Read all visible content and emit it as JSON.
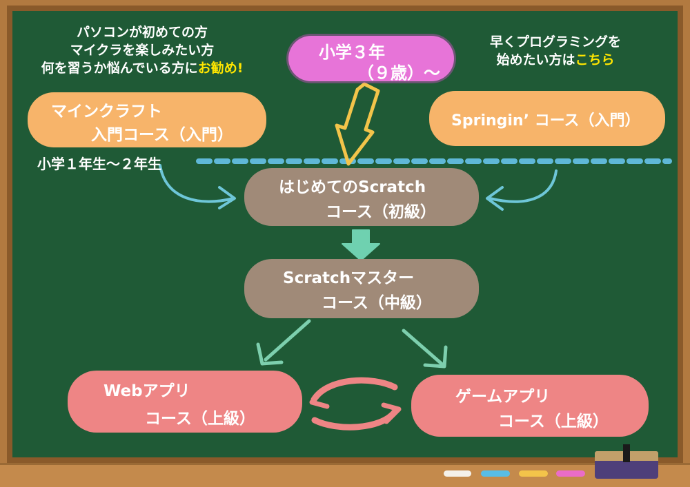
{
  "top_left_note": {
    "line1": "パソコンが初めての方",
    "line2": "マイクラを楽しみたい方",
    "line3_prefix": "何を習うか悩んでいる方に",
    "line3_highlight": "お勧め!"
  },
  "top_right_note": {
    "line1": "早くプログラミングを",
    "line2_prefix": "始めたい方は",
    "line2_highlight": "こちら"
  },
  "age_badge": {
    "line1": "小学３年",
    "line2": "（９歳）〜"
  },
  "age_lower_label": "小学１年生〜２年生",
  "courses": {
    "minecraft": {
      "line1": "マインクラフト",
      "line2": "入門コース（入門）"
    },
    "springin": {
      "line1": "Springin’ コース（入門）"
    },
    "scratch_beginner": {
      "line1": "はじめてのScratch",
      "line2": "コース（初級）"
    },
    "scratch_master": {
      "line1": "Scratchマスター",
      "line2": "コース（中級）"
    },
    "web_app": {
      "line1": "Webアプリ",
      "line2": "コース（上級）"
    },
    "game_app": {
      "line1": "ゲームアプリ",
      "line2": "コース（上級）"
    }
  },
  "colors": {
    "board_green": "#1f5a36",
    "frame_brown": "#b27a40",
    "intro_orange": "#f7b46a",
    "scratch_taupe": "#a08a78",
    "advanced_pink": "#ee8585",
    "badge_magenta": "#e774d8",
    "divider_blue": "#5fb8d8",
    "highlight_yellow": "#ffe600"
  }
}
